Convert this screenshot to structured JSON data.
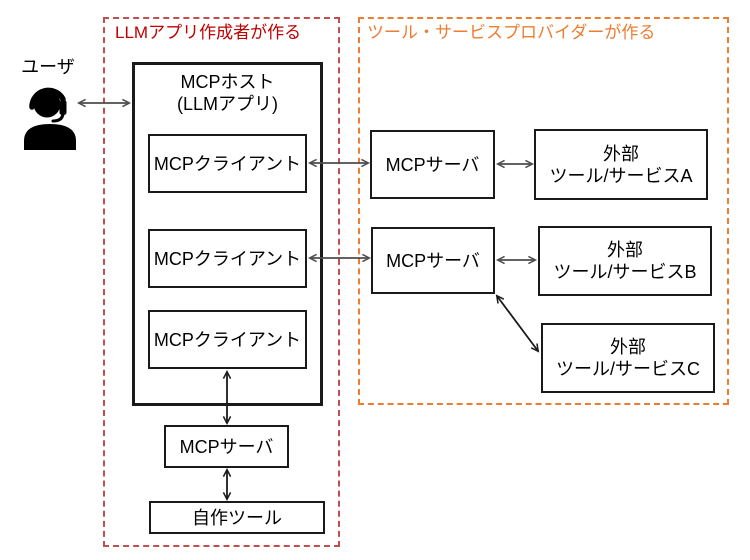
{
  "user": {
    "label": "ユーザ",
    "icon": "headset-person-icon"
  },
  "regions": {
    "llm": {
      "label": "LLMアプリ作成者が作る"
    },
    "provider": {
      "label": "ツール・サービスプロバイダーが作る"
    }
  },
  "host": {
    "line1": "MCPホスト",
    "line2": "(LLMアプリ)"
  },
  "clients": [
    {
      "label": "MCPクライアント"
    },
    {
      "label": "MCPクライアント"
    },
    {
      "label": "MCPクライアント"
    }
  ],
  "local_server": {
    "label": "MCPサーバ"
  },
  "local_tool": {
    "label": "自作ツール"
  },
  "remote_servers": [
    {
      "label": "MCPサーバ"
    },
    {
      "label": "MCPサーバ"
    }
  ],
  "external_tools": [
    {
      "line1": "外部",
      "line2": "ツール/サービスA"
    },
    {
      "line1": "外部",
      "line2": "ツール/サービスB"
    },
    {
      "line1": "外部",
      "line2": "ツール/サービスC"
    }
  ],
  "colors": {
    "red_text": "#C00000",
    "red_border": "#C0504D",
    "orange": "#ED7D31",
    "box_border": "#1A1A1A",
    "arrow_gray": "#4D4D4D",
    "arrow_black": "#1A1A1A"
  }
}
